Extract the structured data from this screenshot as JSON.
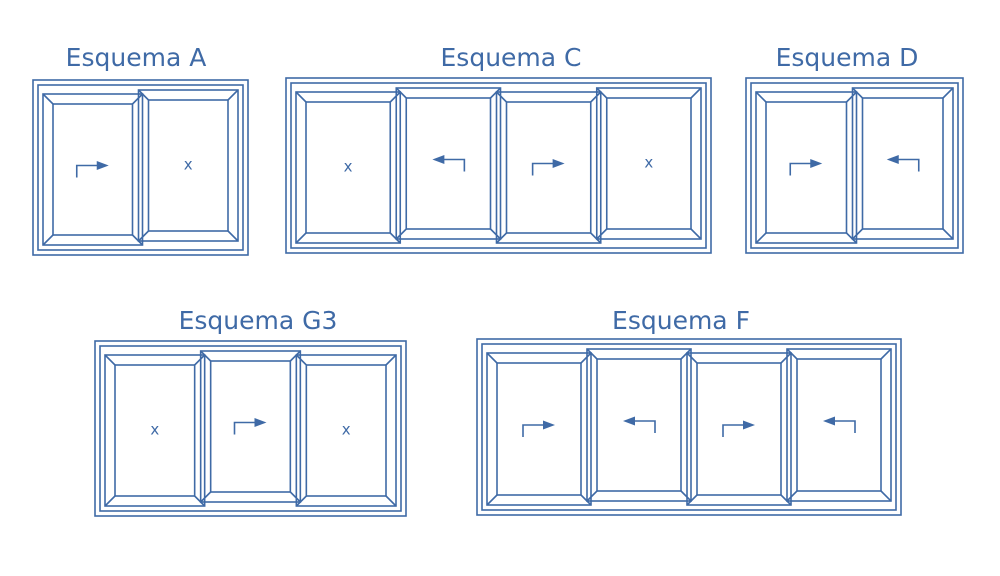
{
  "colors": {
    "stroke": "#3f6aa6",
    "text": "#3f6aa6",
    "background": "#ffffff"
  },
  "schemes": [
    {
      "id": "A",
      "title": "Esquema A",
      "panels": [
        "slide-right",
        "fixed"
      ]
    },
    {
      "id": "C",
      "title": "Esquema C",
      "panels": [
        "fixed",
        "slide-left",
        "slide-right",
        "fixed"
      ]
    },
    {
      "id": "D",
      "title": "Esquema D",
      "panels": [
        "slide-right",
        "slide-left"
      ]
    },
    {
      "id": "G3",
      "title": "Esquema G3",
      "panels": [
        "fixed",
        "slide-right",
        "fixed"
      ]
    },
    {
      "id": "F",
      "title": "Esquema F",
      "panels": [
        "slide-right",
        "slide-left",
        "slide-right",
        "slide-left"
      ]
    }
  ],
  "fixed_symbol": "x"
}
